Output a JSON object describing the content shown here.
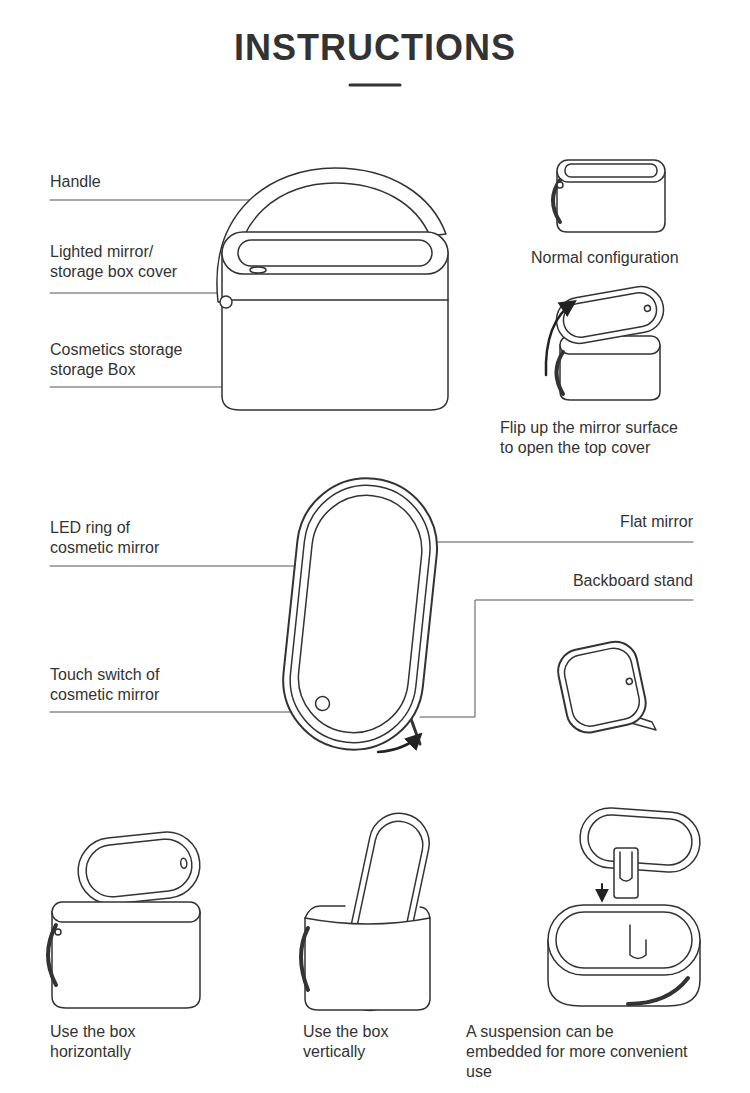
{
  "diagram": {
    "title": "INSTRUCTIONS",
    "labels": [
      "Handle",
      "Lighted mirror/ storage box cover",
      "Cosmetics storage storage Box",
      "Normal configuration",
      "Flip up the mirror surface to open the top cover",
      "LED ring of cosmetic mirror",
      "Flat mirror",
      "Backboard stand",
      "Touch switch of cosmetic mirror",
      "Use the box horizontally",
      "Use the box vertically",
      "A suspension can be embedded for more convenient use"
    ]
  }
}
